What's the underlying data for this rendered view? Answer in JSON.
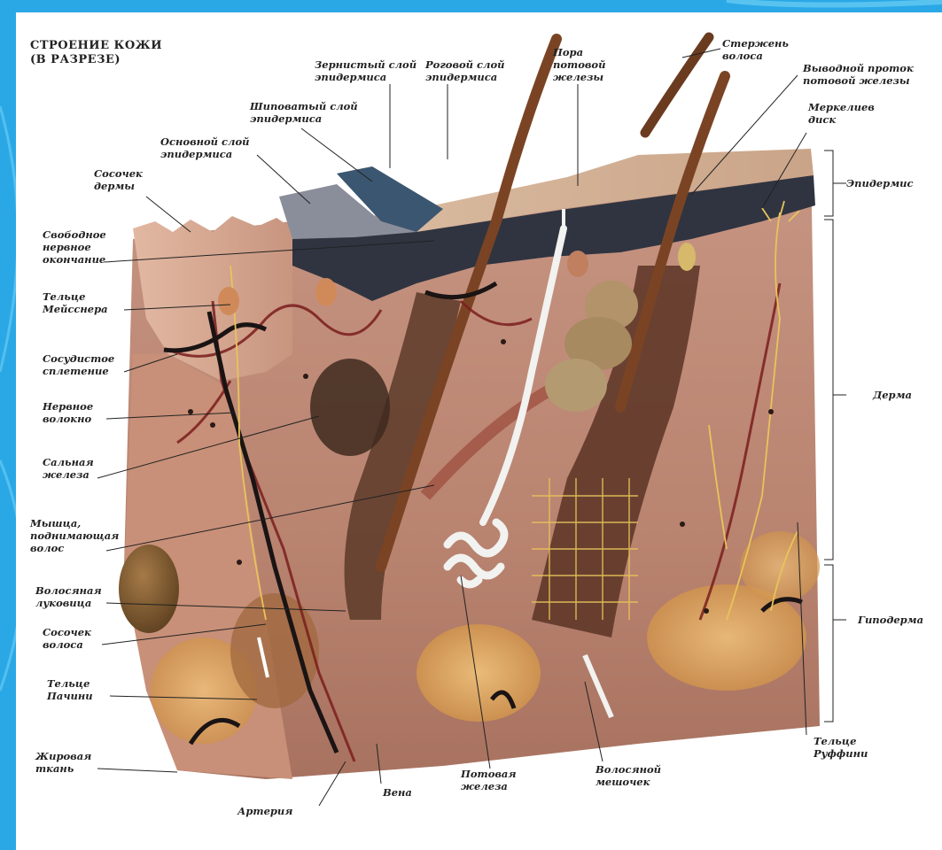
{
  "title": "СТРОЕНИЕ КОЖИ\n(В РАЗРЕЗЕ)",
  "labels": {
    "granular": "Зернистый слой\nэпидермиса",
    "horny": "Роговой слой\nэпидермиса",
    "pore": "Пора\nпотовой\nжелезы",
    "shaft": "Стержень\nволоса",
    "duct": "Выводной проток\nпотовой железы",
    "spinous": "Шиповатый слой\nэпидермиса",
    "merkel": "Меркелиев\nдиск",
    "basal": "Основной слой\nэпидермиса",
    "papilla_dermis": "Сосочек\nдермы",
    "epidermis": "Эпидермис",
    "free_nerve": "Свободное\nнервное\nокончание",
    "meissner": "Тельце\nМейсснера",
    "plexus": "Сосудистое\nсплетение",
    "nerve_fiber": "Нервное\nволокно",
    "dermis": "Дерма",
    "sebaceous": "Сальная\nжелеза",
    "muscle": "Мышца,\nподнимающая\nволос",
    "bulb": "Волосяная\nлуковица",
    "hypodermis": "Гиподерма",
    "hair_papilla": "Сосочек\nволоса",
    "pacini": "Тельце\nПачини",
    "ruffini": "Тельце\nРуффини",
    "fat": "Жировая\nткань",
    "sweat_gland": "Потовая\nжелеза",
    "follicle": "Волосяной\nмешочек",
    "vein": "Вена",
    "artery": "Артерия"
  },
  "colors": {
    "frame": "#2aa8e6",
    "epidermis_dark": "#2f3440",
    "dermis": "#c99a86",
    "fat": "#d9a45e",
    "hair": "#7a4424",
    "vessel": "#7a1d1d",
    "nerve": "#e8c45a",
    "sweat_gland": "#f2f2f0"
  }
}
